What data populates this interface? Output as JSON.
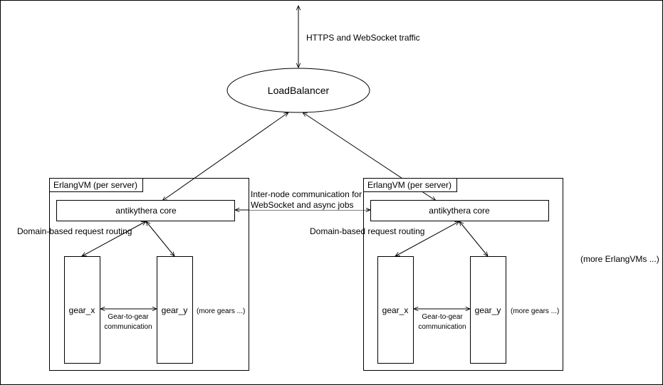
{
  "traffic_label": "HTTPS and WebSocket traffic",
  "load_balancer": "LoadBalancer",
  "internode_line1": "Inter-node communication for",
  "internode_line2": "WebSocket and async jobs",
  "more_vms": "(more ErlangVMs ...)",
  "vms": [
    {
      "title": "ErlangVM (per server)",
      "core": "antikythera core",
      "routing": "Domain-based request routing",
      "gear_x": "gear_x",
      "gear_y": "gear_y",
      "g2g_line1": "Gear-to-gear",
      "g2g_line2": "communication",
      "more_gears": "(more gears ...)"
    },
    {
      "title": "ErlangVM (per server)",
      "core": "antikythera core",
      "routing": "Domain-based request routing",
      "gear_x": "gear_x",
      "gear_y": "gear_y",
      "g2g_line1": "Gear-to-gear",
      "g2g_line2": "communication",
      "more_gears": "(more gears ...)"
    }
  ]
}
